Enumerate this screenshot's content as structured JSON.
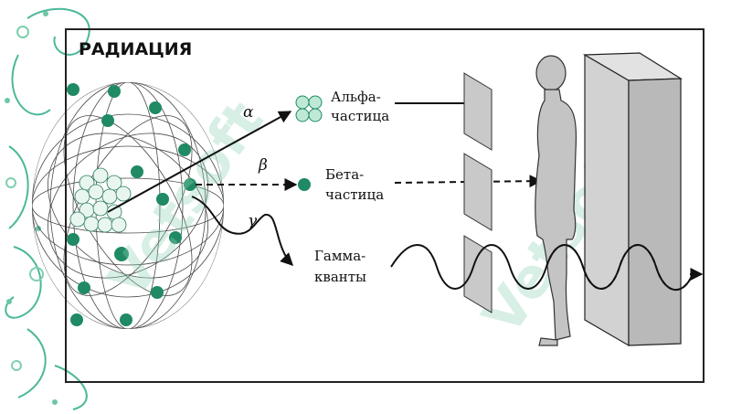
{
  "title": "РАДИАЦИЯ",
  "labels": {
    "alpha_line1": "Альфа-",
    "alpha_line2": "частица",
    "beta_line1": "Бета-",
    "beta_line2": "частица",
    "gamma_line1": "Гамма-",
    "gamma_line2": "кванты"
  },
  "symbols": {
    "alpha": "α",
    "beta": "β",
    "gamma": "γ"
  },
  "watermark": "Vetsoft",
  "colors": {
    "particle": "#1f8a63",
    "alpha_particle": "#bfe9d6",
    "mesh": "#2a2a2a",
    "barrier_fill": "#c9c9c9",
    "block_fill": "#b9b9b9",
    "person_fill": "#c4c4c4",
    "frame": "#222222",
    "decor": "#4bb89a"
  }
}
